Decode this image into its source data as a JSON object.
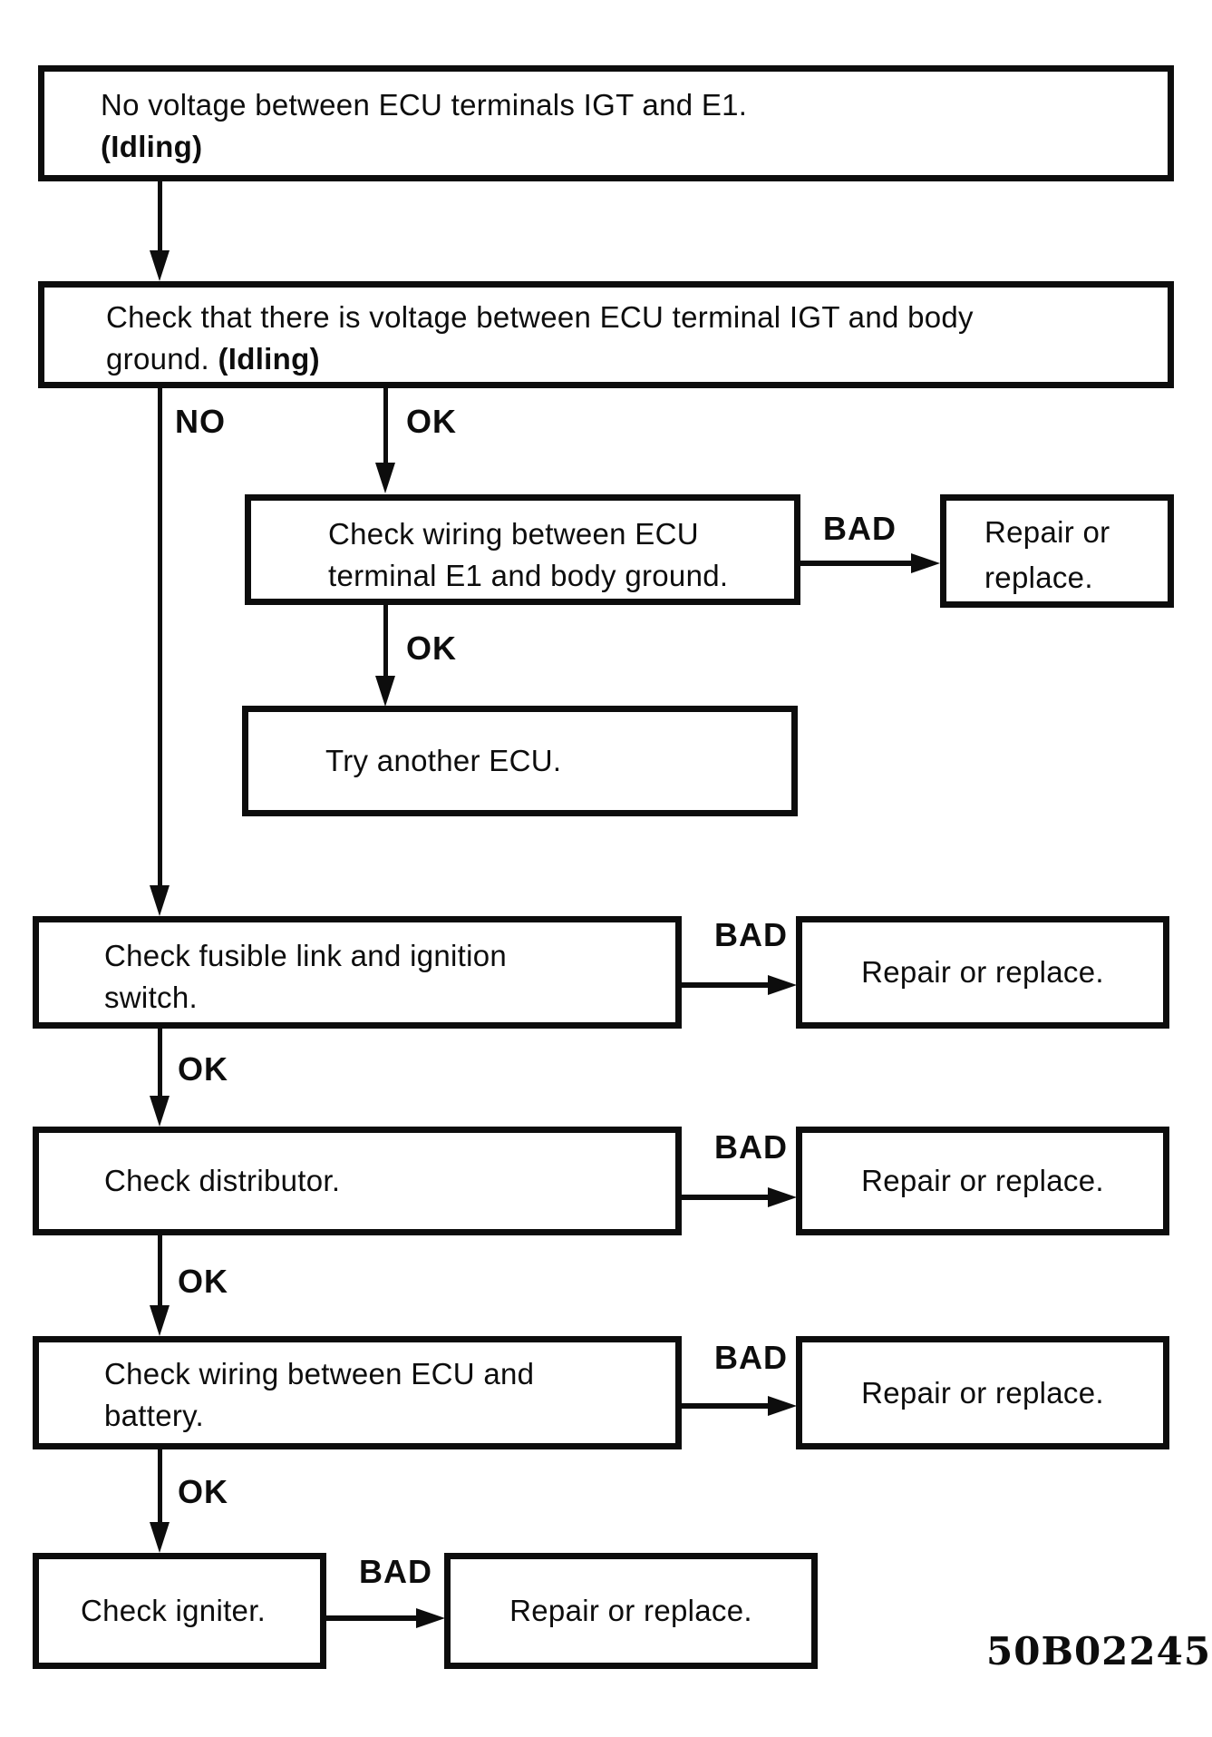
{
  "page": {
    "background_color": "#ffffff",
    "ink_color": "#0d0d0d"
  },
  "flowchart": {
    "figure_code": "50B02245",
    "labels": {
      "no": "NO",
      "ok": "OK",
      "bad": "BAD"
    },
    "nodes": {
      "start": {
        "line1": "No voltage between ECU terminals IGT and E1.",
        "line2": "(Idling)"
      },
      "check_igt_voltage": {
        "line1": "Check that there is voltage between ECU terminal IGT and body",
        "line2": "ground.",
        "line2_bold": "(Idling)"
      },
      "check_wiring_e1": {
        "line1": "Check wiring between ECU",
        "line2": "terminal E1 and body ground."
      },
      "repair_two_line": {
        "line1": "Repair or",
        "line2": "replace."
      },
      "try_another_ecu": {
        "text": "Try another ECU."
      },
      "check_fusible_link": {
        "line1": "Check fusible link and ignition",
        "line2": "switch."
      },
      "check_distributor": {
        "text": "Check distributor."
      },
      "check_wiring_battery": {
        "line1": "Check wiring between ECU and",
        "line2": "battery."
      },
      "check_igniter": {
        "text": "Check igniter."
      },
      "repair_or_replace": {
        "text": "Repair or replace."
      }
    }
  }
}
